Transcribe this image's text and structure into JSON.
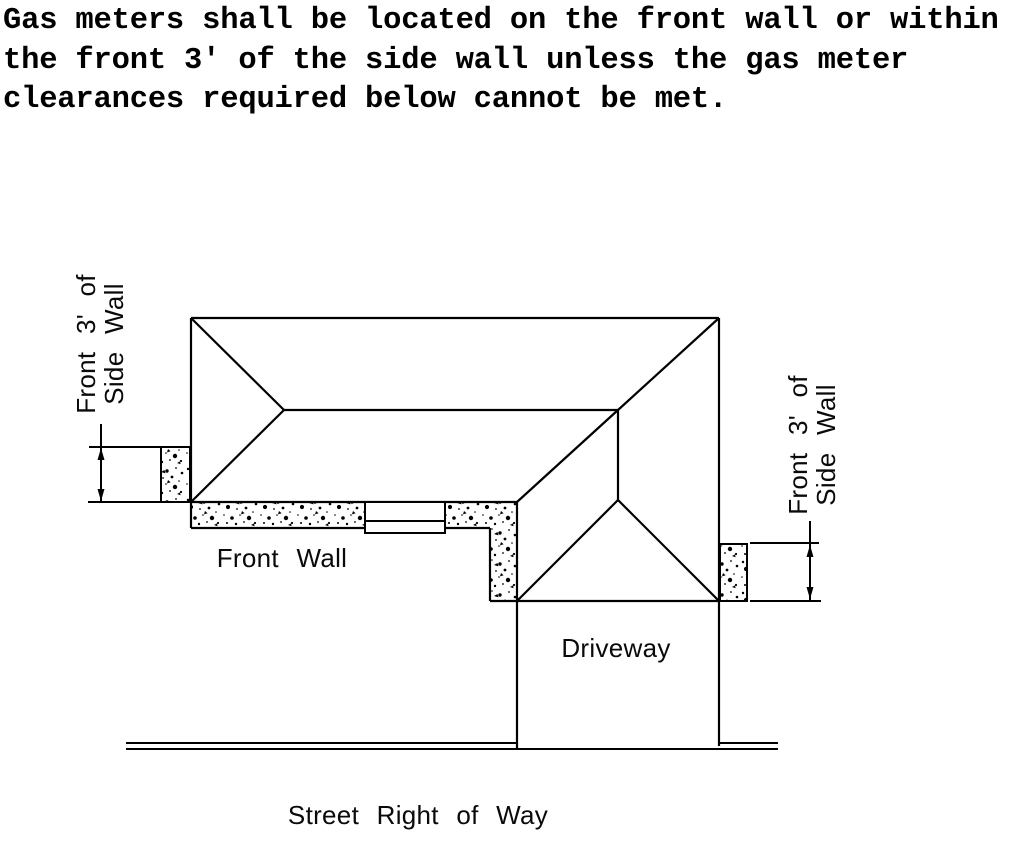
{
  "notice": {
    "lines": [
      "Gas meters shall be located on the front wall or within",
      "the front 3' of the side wall unless the gas meter",
      "clearances required below cannot be met."
    ]
  },
  "diagram": {
    "left_dimension_label": {
      "line1": "Front 3' of",
      "line2": "Side Wall"
    },
    "right_dimension_label": {
      "line1": "Front 3' of",
      "line2": "Side Wall"
    },
    "front_wall_label": "Front Wall",
    "driveway_label": "Driveway",
    "street_label": "Street Right of Way",
    "colors": {
      "ink": "#000000",
      "background": "#ffffff"
    }
  }
}
